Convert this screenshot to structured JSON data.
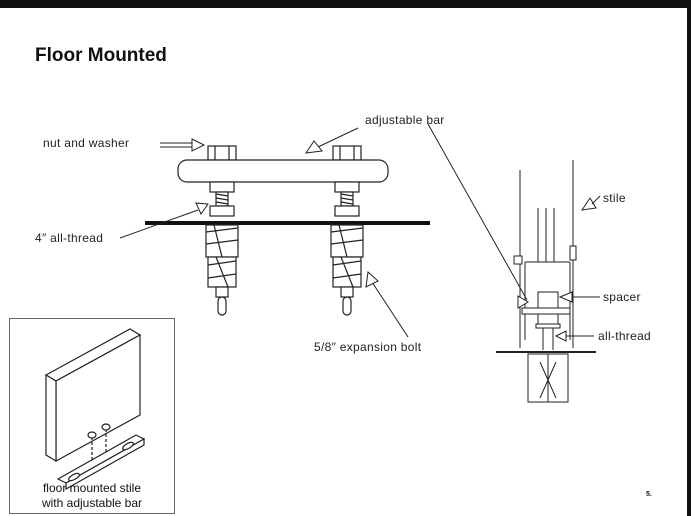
{
  "slide": {
    "title": "Floor Mounted",
    "page_number": "5."
  },
  "labels": {
    "nut_and_washer": "nut and washer",
    "adjustable_bar": "adjustable bar",
    "all_thread_4": "4″ all-thread",
    "expansion_bolt": "5/8″ expansion bolt",
    "stile": "stile",
    "spacer": "spacer",
    "all_thread": "all-thread"
  },
  "inset": {
    "caption_line1": "floor mounted stile",
    "caption_line2": "with adjustable bar"
  }
}
